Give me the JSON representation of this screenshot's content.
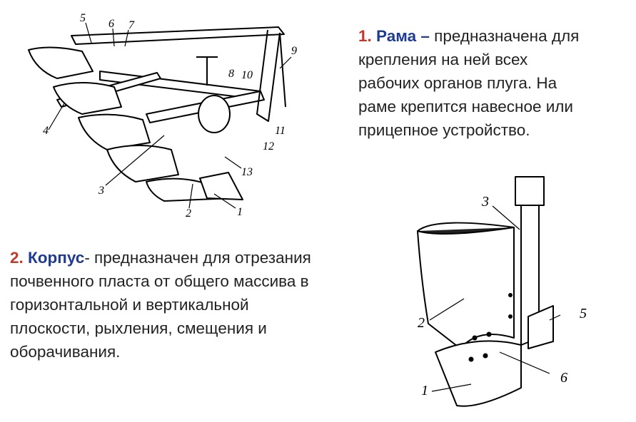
{
  "frame_section": {
    "number": "1.",
    "term": "Рама –",
    "lines": [
      "предназначена для",
      "крепления на ней всех",
      "рабочих органов плуга. На",
      "раме крепится навесное или",
      "прицепное устройство."
    ]
  },
  "body_section": {
    "number": "2.",
    "term": "Корпус",
    "lines": [
      "- предназначен для отрезания",
      "почвенного пласта от общего массива в",
      "горизонтальной и вертикальной",
      "плоскости, рыхления, смещения и",
      "оборачивания."
    ]
  },
  "plow_figure": {
    "callouts": [
      "1",
      "2",
      "3",
      "4",
      "5",
      "6",
      "7",
      "8",
      "9",
      "10",
      "11",
      "12",
      "13"
    ]
  },
  "body_figure": {
    "callouts": [
      "1",
      "2",
      "3",
      "5",
      "6"
    ]
  },
  "colors": {
    "number": "#c0392b",
    "term": "#1f3a93",
    "text": "#222222"
  }
}
